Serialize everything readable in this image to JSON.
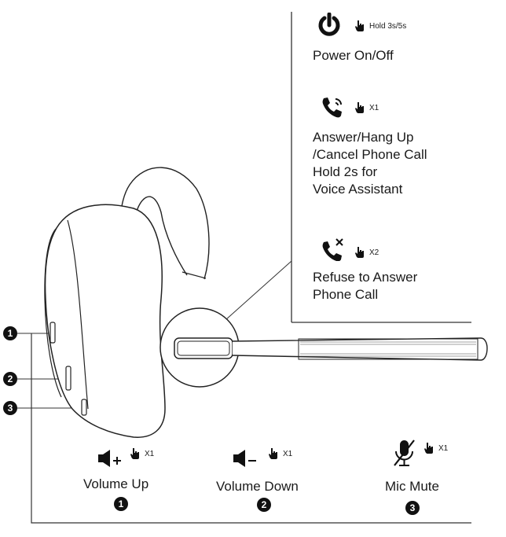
{
  "controls_panel": {
    "power": {
      "icon": "power-icon",
      "press_icon": "tap-hand-icon",
      "press": "Hold 3s/5s",
      "label": "Power On/Off"
    },
    "call": {
      "icon": "phone-ringing-icon",
      "press_icon": "tap-hand-icon",
      "press": "X1",
      "label": "Answer/Hang Up\n/Cancel Phone Call\nHold 2s for\nVoice Assistant"
    },
    "reject": {
      "icon": "phone-reject-icon",
      "press_icon": "tap-hand-icon",
      "press": "X2",
      "label": "Refuse to Answer\nPhone Call"
    }
  },
  "side_buttons": {
    "callouts": [
      "1",
      "2",
      "3"
    ]
  },
  "bottom_controls": [
    {
      "icon": "volume-up-icon",
      "press": "X1",
      "label": "Volume Up",
      "number": "1"
    },
    {
      "icon": "volume-down-icon",
      "press": "X1",
      "label": "Volume Down",
      "number": "2"
    },
    {
      "icon": "mic-mute-icon",
      "press": "X1",
      "label": "Mic Mute",
      "number": "3"
    }
  ],
  "colors": {
    "ink": "#111111",
    "line": "#333333",
    "background": "#ffffff"
  }
}
